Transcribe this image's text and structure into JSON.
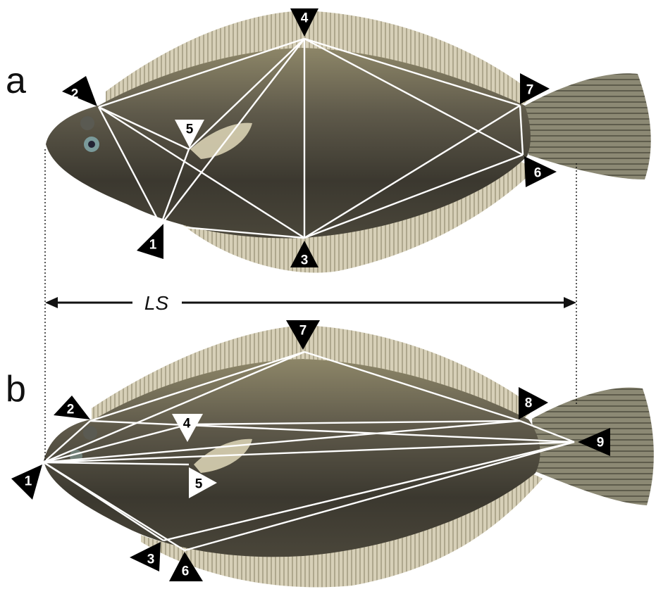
{
  "panels": [
    {
      "label": "a",
      "landmarks": [
        "1",
        "2",
        "3",
        "4",
        "5",
        "6",
        "7"
      ]
    },
    {
      "label": "b",
      "landmarks": [
        "1",
        "2",
        "3",
        "4",
        "5",
        "6",
        "7",
        "8",
        "9"
      ]
    }
  ],
  "measure_label": "LS",
  "colors": {
    "body_dark": "#3f3b30",
    "body_light": "#8a8468",
    "fin": "#c9c1a3",
    "tail": "#7d7a66",
    "mesh": "#ffffff",
    "marker_dark": "#000000",
    "marker_light": "#ffffff"
  }
}
